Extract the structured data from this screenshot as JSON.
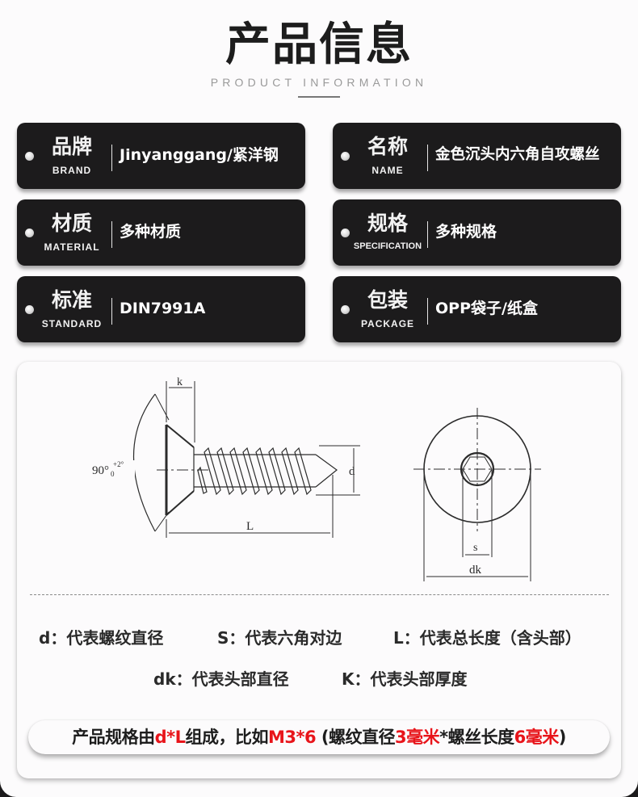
{
  "header": {
    "title": "产品信息",
    "subtitle": "PRODUCT INFORMATION"
  },
  "tags": [
    {
      "label_cn": "品牌",
      "label_en": "BRAND",
      "value": "Jinyanggang/紧洋钢"
    },
    {
      "label_cn": "名称",
      "label_en": "NAME",
      "value": "金色沉头内六角自攻螺丝"
    },
    {
      "label_cn": "材质",
      "label_en": "MATERIAL",
      "value": "多种材质"
    },
    {
      "label_cn": "规格",
      "label_en": "SPECIFICATION",
      "value": "多种规格"
    },
    {
      "label_cn": "标准",
      "label_en": "STANDARD",
      "value": "DIN7991A"
    },
    {
      "label_cn": "包装",
      "label_en": "PACKAGE",
      "value": "OPP袋子/纸盒"
    }
  ],
  "diagram": {
    "side_view_labels": {
      "k": "k",
      "angle": "90°",
      "angle_tol_plus": "+2°",
      "angle_tol_minus": "0",
      "d": "d",
      "L": "L"
    },
    "top_view_labels": {
      "s": "s",
      "dk": "dk"
    }
  },
  "legend": {
    "row1": [
      "d：代表螺纹直径",
      "S：代表六角对边",
      "L：代表总长度（含头部）"
    ],
    "row2": [
      "dk：代表头部直径",
      "K：代表头部厚度"
    ]
  },
  "example": {
    "parts": [
      {
        "text": "产品规格由",
        "red": false
      },
      {
        "text": "d*L",
        "red": true
      },
      {
        "text": "组成，比如",
        "red": false
      },
      {
        "text": "M3*6",
        "red": true
      },
      {
        "text": " (螺纹直径",
        "red": false
      },
      {
        "text": "3毫米",
        "red": true
      },
      {
        "text": "*螺丝长度",
        "red": false
      },
      {
        "text": "6毫米",
        "red": true
      },
      {
        "text": ")",
        "red": false
      }
    ]
  },
  "colors": {
    "tag_bg": "#1c1b1c",
    "accent_red": "#e8141a",
    "page_bg": "#fcfbfc",
    "title": "#1d1d1d"
  }
}
